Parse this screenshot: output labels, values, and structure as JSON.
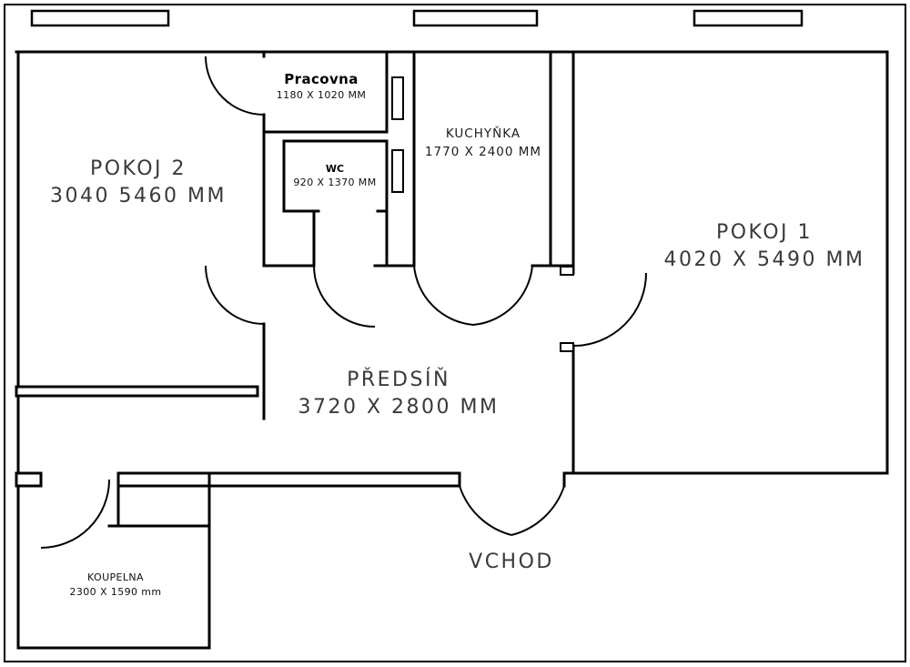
{
  "plan": {
    "type": "apartment-floor-plan",
    "colors": {
      "line": "#000000",
      "background": "#ffffff",
      "label": "#3a3a3a"
    }
  },
  "rooms": {
    "pokoj2": {
      "name": "POKOJ 2",
      "dims": "3040 5460 MM"
    },
    "pracovna": {
      "name": "Pracovna",
      "dims": "1180 X 1020 MM"
    },
    "wc": {
      "name": "WC",
      "dims": "920 X 1370 MM"
    },
    "kuchynka": {
      "name": "KUCHYŇKA",
      "dims": "1770 X 2400 MM"
    },
    "pokoj1": {
      "name": "POKOJ 1",
      "dims": "4020 X 5490 MM"
    },
    "predsin": {
      "name": "PŘEDSÍŇ",
      "dims": "3720 X 2800 MM"
    },
    "koupelna": {
      "name": "KOUPELNA",
      "dims": "2300 X 1590 mm"
    }
  },
  "entrance": {
    "label": "VCHOD"
  }
}
